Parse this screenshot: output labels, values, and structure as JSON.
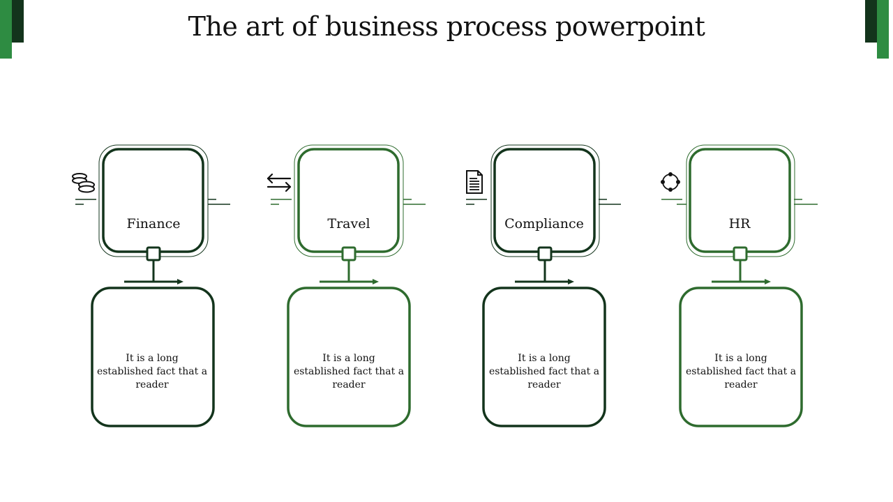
{
  "title": "The art of business process powerpoint",
  "colors": {
    "dark": "#13341c",
    "light": "#2e6b2e",
    "accent": "#2e8c42"
  },
  "steps": [
    {
      "label": "Finance",
      "icon": "coins-icon",
      "desc": "It is a long established fact that a reader",
      "tone": "dark"
    },
    {
      "label": "Travel",
      "icon": "arrows-exchange-icon",
      "desc": "It is a long established fact that a reader",
      "tone": "light"
    },
    {
      "label": "Compliance",
      "icon": "document-icon",
      "desc": "It is a long established fact that a reader",
      "tone": "dark"
    },
    {
      "label": "HR",
      "icon": "circle-nodes-icon",
      "desc": "It is a long established fact that a reader",
      "tone": "light"
    }
  ]
}
